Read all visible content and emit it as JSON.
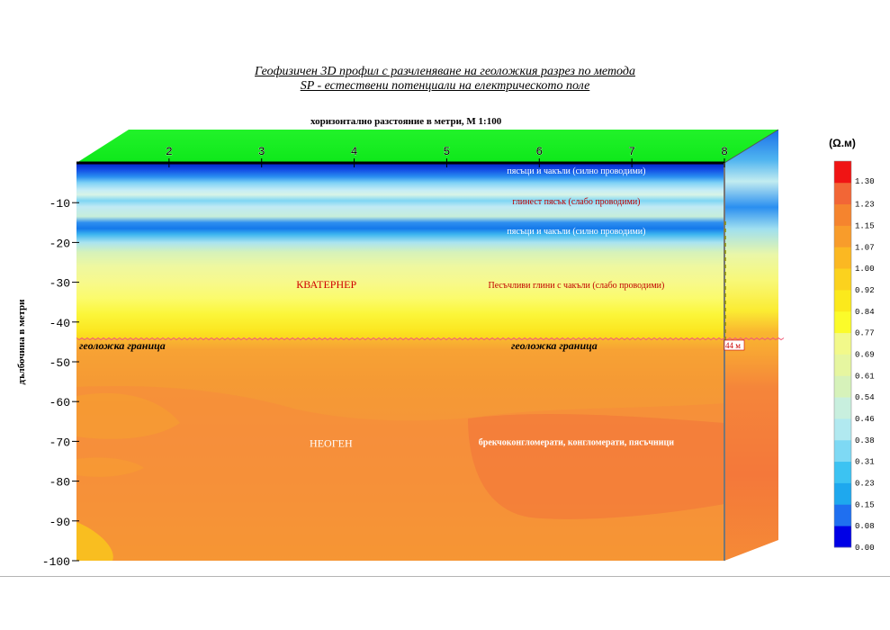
{
  "title": {
    "line1": "Геофизичен 3D профил с разчленяване на геоложкия разрез по метода",
    "line2": "SP - естествени потенциали на електрическото поле"
  },
  "chart_data": {
    "type": "heatmap",
    "xlabel": "хоризонтално разстояние в метри, М 1:100",
    "ylabel": "дълбочина в метри",
    "x_ticks": [
      2,
      3,
      4,
      5,
      6,
      7,
      8
    ],
    "y_ticks": [
      -10,
      -20,
      -30,
      -40,
      -50,
      -60,
      -70,
      -80,
      -90,
      -100
    ],
    "xlim": [
      1,
      8
    ],
    "ylim": [
      -100,
      0
    ],
    "colorbar": {
      "unit": "(Ω.м)",
      "ticks": [
        "0.00",
        "0.08",
        "0.15",
        "0.23",
        "0.31",
        "0.38",
        "0.46",
        "0.54",
        "0.61",
        "0.69",
        "0.77",
        "0.84",
        "0.92",
        "1.00",
        "1.07",
        "1.15",
        "1.23",
        "1.30"
      ],
      "colors": [
        "#0000e6",
        "#1f6ff0",
        "#1ea8ee",
        "#3cc3f2",
        "#7ed9f4",
        "#b1e9f0",
        "#c8efde",
        "#d6f2ba",
        "#e6f6a0",
        "#f2f98a",
        "#fbfb2a",
        "#fbe91c",
        "#fbd21e",
        "#fbb822",
        "#f89c2b",
        "#f5842e",
        "#f26636",
        "#f01414"
      ]
    },
    "layers": [
      {
        "label": "пясъци и чакъли (силно проводими)",
        "depth": -1.8
      },
      {
        "label": "глинест пясък (слабо проводими)",
        "depth": -9.5
      },
      {
        "label": "пясъци и чакъли (силно проводими)",
        "depth": -17
      },
      {
        "label": "Песъчливи глини с чакъли (слабо проводими)",
        "depth": -30.5
      }
    ],
    "annotations": [
      {
        "text": "КВАТЕРНЕР",
        "x": 3.7,
        "y": -30.5
      },
      {
        "text": "НЕОГЕН",
        "x": 3.75,
        "y": -70.5
      },
      {
        "text": "брекчоконгломерати, конгломерати, пясъчници",
        "x": 6.4,
        "y": -70
      }
    ],
    "boundary": {
      "depth": -44,
      "label": "геоложка граница",
      "marker": "44 м"
    }
  }
}
